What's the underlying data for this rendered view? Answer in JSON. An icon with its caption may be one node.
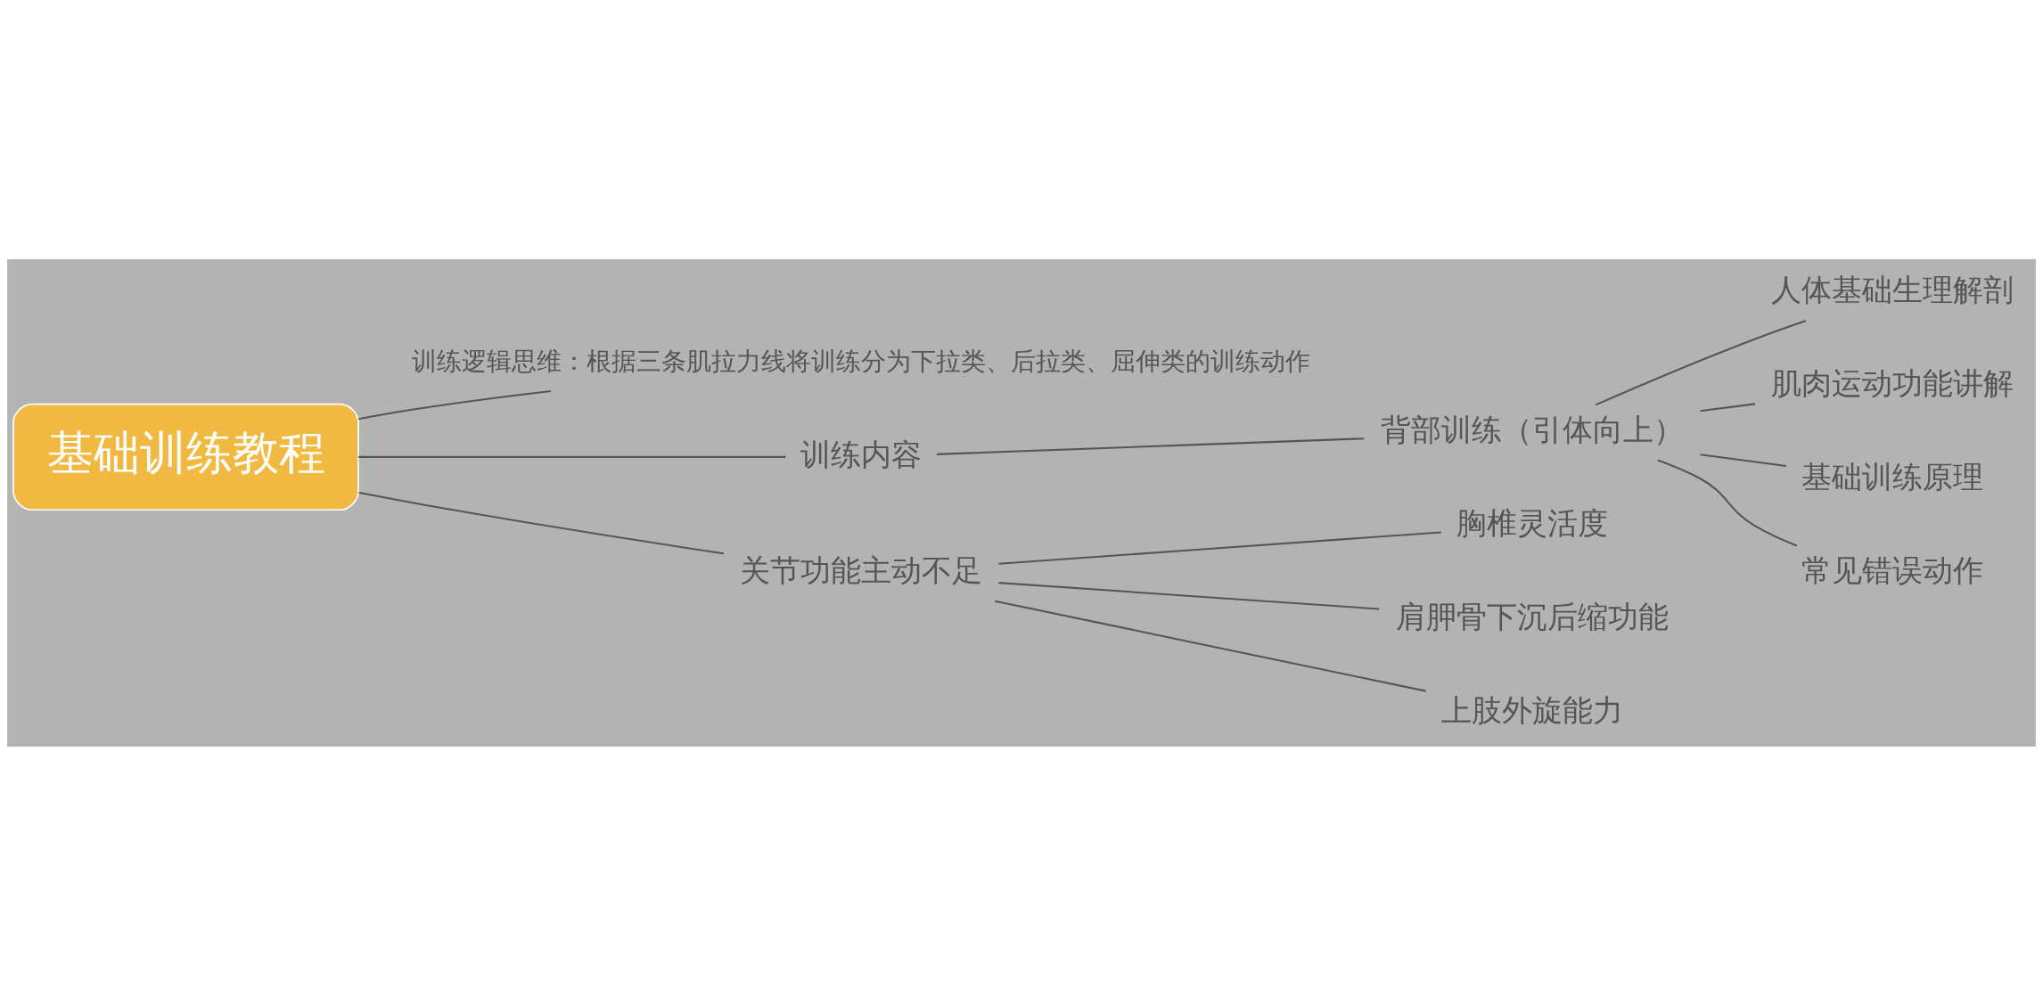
{
  "diagram": {
    "nodes": [
      {
        "text": [
          "基础训练教程"
        ]
      },
      {
        "text": [
          "训练逻辑思维：根据三条肌拉力线将训练分为下拉类、后拉类、屈伸类的训练动作"
        ]
      },
      {
        "text": [
          "训练内容"
        ]
      },
      {
        "text": [
          "背部训练（引体向上）"
        ]
      },
      {
        "text": [
          "人体基础生理解剖"
        ]
      },
      {
        "text": [
          "肌肉运动功能讲解"
        ]
      },
      {
        "text": [
          "基础训练原理"
        ]
      },
      {
        "text": [
          "常见错误动作"
        ]
      },
      {
        "text": [
          "关节功能主动不足"
        ]
      },
      {
        "text": [
          "胸椎灵活度"
        ]
      },
      {
        "text": [
          "肩胛骨下沉后缩功能"
        ]
      },
      {
        "text": [
          "上肢外旋能力"
        ]
      }
    ],
    "edges": [
      {
        "from": 0,
        "to": 1,
        "arrow": "none"
      },
      {
        "from": 0,
        "to": 2,
        "arrow": "none"
      },
      {
        "from": 2,
        "to": 3,
        "arrow": "none"
      },
      {
        "from": 3,
        "to": 4,
        "arrow": "none"
      },
      {
        "from": 3,
        "to": 5,
        "arrow": "none"
      },
      {
        "from": 3,
        "to": 6,
        "arrow": "none"
      },
      {
        "from": 3,
        "to": 7,
        "arrow": "none"
      },
      {
        "from": 0,
        "to": 8,
        "arrow": "none"
      },
      {
        "from": 8,
        "to": 9,
        "arrow": "none"
      },
      {
        "from": 8,
        "to": 10,
        "arrow": "none"
      },
      {
        "from": 8,
        "to": 11,
        "arrow": "none"
      }
    ]
  }
}
